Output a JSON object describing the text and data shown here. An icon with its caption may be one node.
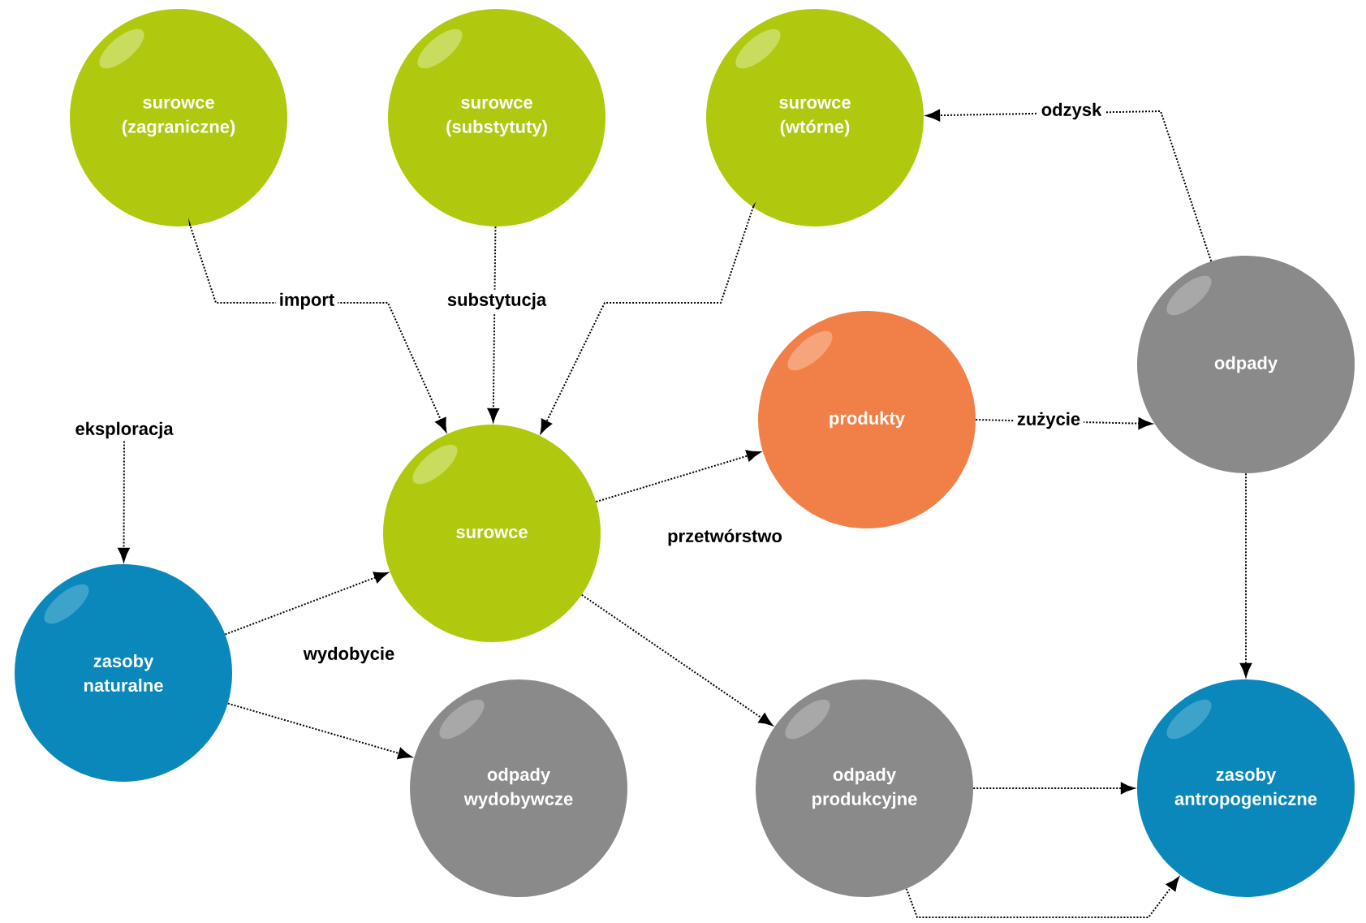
{
  "diagram": {
    "nodes": [
      {
        "text": [
          "surowce (zagraniczne)"
        ]
      },
      {
        "text": [
          "surowce (substytuty)"
        ]
      },
      {
        "text": [
          "surowce (wtórne)"
        ]
      },
      {
        "text": [
          "odpady"
        ]
      },
      {
        "text": [
          "eksploracja"
        ]
      },
      {
        "text": [
          "produkty"
        ]
      },
      {
        "text": [
          "surowce"
        ]
      },
      {
        "text": [
          "zasoby naturalne"
        ]
      },
      {
        "text": [
          "odpady wydobywcze"
        ]
      },
      {
        "text": [
          "odpady produkcyjne"
        ]
      },
      {
        "text": [
          "zasoby antropogeniczne"
        ]
      }
    ],
    "edges": [
      {
        "from": 0,
        "to": 6,
        "arrow": "to",
        "label": "import"
      },
      {
        "from": 1,
        "to": 6,
        "arrow": "to",
        "label": "substytucja"
      },
      {
        "from": 2,
        "to": 6,
        "arrow": "to"
      },
      {
        "from": 3,
        "to": 2,
        "arrow": "to",
        "label": "odzysk"
      },
      {
        "from": 4,
        "to": 7,
        "arrow": "to"
      },
      {
        "from": 6,
        "to": 5,
        "arrow": "to",
        "label": "przetwórstwo"
      },
      {
        "from": 5,
        "to": 3,
        "arrow": "to",
        "label": "zużycie"
      },
      {
        "from": 7,
        "to": 6,
        "arrow": "to",
        "label": "wydobycie"
      },
      {
        "from": 6,
        "to": 9,
        "arrow": "to"
      },
      {
        "from": 3,
        "to": 10,
        "arrow": "to"
      },
      {
        "from": 7,
        "to": 8,
        "arrow": "to"
      },
      {
        "from": 9,
        "to": 10,
        "arrow": "to"
      },
      {
        "from": 9,
        "to": 10,
        "arrow": "to"
      }
    ]
  }
}
